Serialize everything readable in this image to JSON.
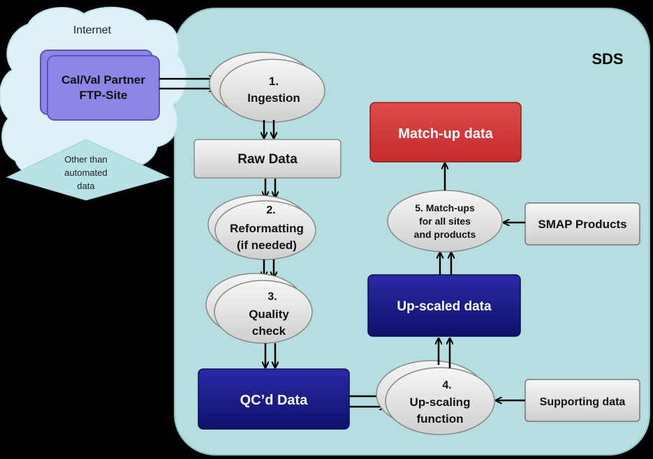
{
  "sds_label": "SDS",
  "internet_label": "Internet",
  "partner": {
    "line1": "Cal/Val Partner",
    "line2": "FTP-Site"
  },
  "other_data": {
    "line1": "Other than",
    "line2": "automated",
    "line3": "data"
  },
  "steps": {
    "ingestion": {
      "num": "1.",
      "line1": "Ingestion"
    },
    "reformatting": {
      "num": "2.",
      "line1": "Reformatting",
      "line2": "(if needed)"
    },
    "quality": {
      "num": "3.",
      "line1": "Quality",
      "line2": "check"
    },
    "upscaling": {
      "num": "4.",
      "line1": "Up-scaling",
      "line2": "function"
    },
    "matchups": {
      "line1": "5. Match-ups",
      "line2": "for all sites",
      "line3": "and products"
    }
  },
  "boxes": {
    "raw_data": "Raw Data",
    "qcd_data": "QC’d Data",
    "upscaled_data": "Up-scaled data",
    "matchup_data": "Match-up data",
    "smap_products": "SMAP Products",
    "supporting_data": "Supporting data"
  },
  "colors": {
    "sds_fill": "#b4dedf",
    "navy": "#1a1a8f",
    "red": "#d63a3a",
    "partner_fill": "#8d86e6"
  }
}
